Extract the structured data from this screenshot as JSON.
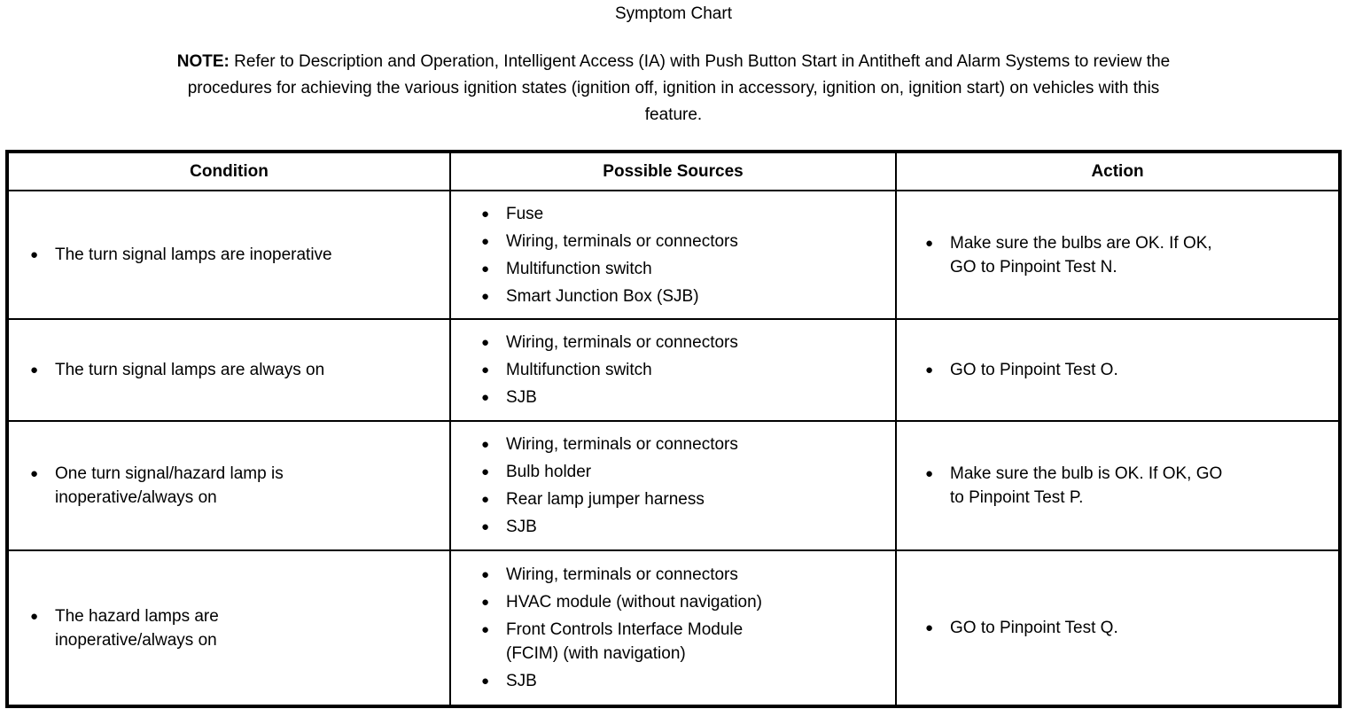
{
  "page": {
    "title": "Symptom Chart",
    "note_label": "NOTE:",
    "note_text": " Refer to Description and Operation, Intelligent Access (IA) with Push Button Start in Antitheft and Alarm Systems to review the\nprocedures for achieving the various ignition states (ignition off, ignition in accessory, ignition on, ignition start) on vehicles with this\nfeature."
  },
  "table": {
    "headers": [
      "Condition",
      "Possible Sources",
      "Action"
    ],
    "bullet_glyph": "●",
    "rows": [
      {
        "condition": [
          "The turn signal lamps are inoperative"
        ],
        "sources": [
          "Fuse",
          "Wiring, terminals or connectors",
          "Multifunction switch",
          "Smart Junction Box (SJB)"
        ],
        "action": [
          "Make sure the bulbs are OK. If OK,\nGO to Pinpoint Test N."
        ]
      },
      {
        "condition": [
          "The turn signal lamps are always on"
        ],
        "sources": [
          "Wiring, terminals or connectors",
          "Multifunction switch",
          "SJB"
        ],
        "action": [
          "GO to Pinpoint Test O."
        ]
      },
      {
        "condition": [
          "One turn signal/hazard lamp is\ninoperative/always on"
        ],
        "sources": [
          "Wiring, terminals or connectors",
          "Bulb holder",
          "Rear lamp jumper harness",
          "SJB"
        ],
        "action": [
          "Make sure the bulb is OK. If OK, GO\nto Pinpoint Test P."
        ]
      },
      {
        "condition": [
          "The hazard lamps are\ninoperative/always on"
        ],
        "sources": [
          "Wiring, terminals or connectors",
          "HVAC module (without navigation)",
          "Front Controls Interface Module\n(FCIM) (with navigation)",
          "SJB"
        ],
        "action": [
          "GO to Pinpoint Test Q."
        ]
      }
    ]
  }
}
